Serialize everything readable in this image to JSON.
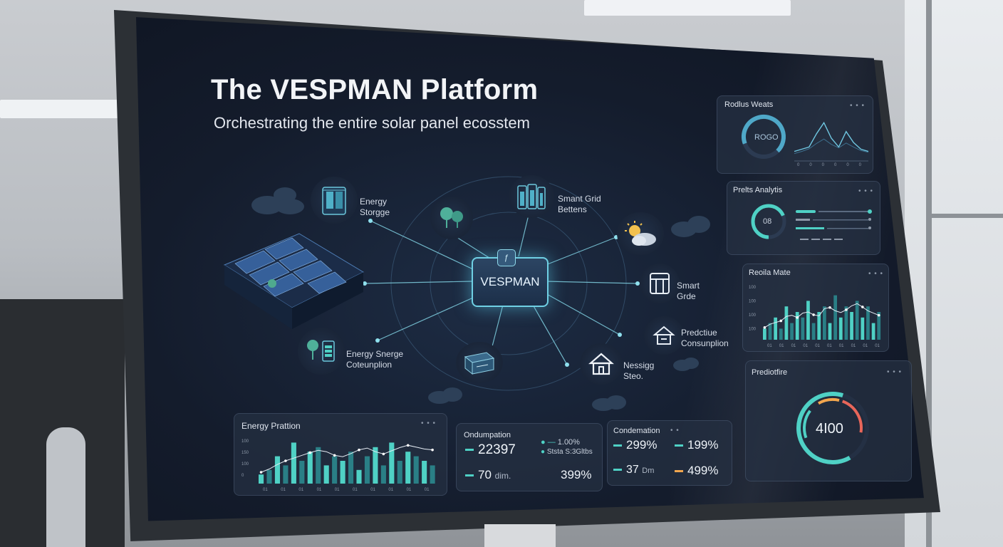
{
  "header": {
    "title": "The VESPMAN Platform",
    "subtitle": "Orchestrating the entire solar panel ecosstem"
  },
  "hub": {
    "label": "VESPMAN",
    "badge": "ƒ"
  },
  "nodes": [
    {
      "id": "energy-storage",
      "label": "Energy\nStorgge",
      "icon": "battery-cabinet-icon"
    },
    {
      "id": "smart-grid-batteries",
      "label": "Smant Grid\nBettens",
      "icon": "battery-bank-icon"
    },
    {
      "id": "smart-grid",
      "label": "Smart\nGrde",
      "icon": "grid-cabinet-icon"
    },
    {
      "id": "predictive-consumption",
      "label": "Predctiue\nConsunplion",
      "icon": "home-icon"
    },
    {
      "id": "nessing-sites",
      "label": "Nessigg\nSteo.",
      "icon": "house-icon"
    },
    {
      "id": "energy-storage-consumption",
      "label": "Energy Snerge\nCoteunplion",
      "icon": "tree-battery-icon"
    }
  ],
  "panels": {
    "realtime_weather": {
      "title": "Rodlus Weats",
      "gauge_label": "ROGO",
      "dots": "• • •"
    },
    "predictive_analytics": {
      "title": "Prelts Analytis",
      "gauge_label": "08",
      "dots": "• • •"
    },
    "realtime_meter": {
      "title": "Reoila Mate",
      "dots": "• • •"
    },
    "predictive_gauge": {
      "title": "Prediotfire",
      "value": "4I00",
      "dots": "• • •"
    },
    "energy_production": {
      "title": "Energy Prattion",
      "dots": "• • •"
    },
    "consumption": {
      "title": "Ondumpation",
      "stats": [
        {
          "value": "22397",
          "side": "1.00%"
        },
        {
          "value": "",
          "side": "Ststa  S:3Gltbs"
        },
        {
          "value": "70",
          "unit": "dim.",
          "side": "399%"
        }
      ],
      "dots": "• •"
    },
    "condensation": {
      "title": "Condemation",
      "stats": [
        {
          "value": "299%",
          "side": "199%"
        },
        {
          "value": "37",
          "unit": "Dm",
          "side": "499%"
        }
      ],
      "dots": "• •"
    }
  },
  "colors": {
    "teal": "#4fd1c5",
    "teal_dark": "#2a7f86",
    "hub_border": "#6fd0e4",
    "screen_bg": "#141c2c"
  },
  "chart_data": [
    {
      "type": "bar",
      "panel": "energy_production",
      "title": "Energy Prattion",
      "categories": [
        "",
        "",
        "",
        "",
        "",
        "",
        "",
        "",
        "",
        "",
        "",
        "",
        "",
        "",
        "",
        "",
        "",
        "",
        "",
        "",
        "",
        ""
      ],
      "values": [
        2,
        3,
        6,
        4,
        9,
        5,
        7,
        8,
        4,
        6,
        5,
        7,
        3,
        6,
        8,
        4,
        9,
        5,
        7,
        6,
        5,
        4
      ],
      "line": [
        2.5,
        3.2,
        4.2,
        5.0,
        5.6,
        6.2,
        6.8,
        7.3,
        7.0,
        6.2,
        5.9,
        6.6,
        7.4,
        7.8,
        7.0,
        6.5,
        7.2,
        7.9,
        8.4,
        8.0,
        7.6,
        7.4
      ],
      "ylim": [
        0,
        10
      ],
      "yticks": [
        "100",
        "150",
        "100",
        "0"
      ],
      "xticks": [
        "01",
        "01",
        "01",
        "01",
        "01",
        "01",
        "01",
        "01",
        "01",
        "01"
      ]
    },
    {
      "type": "bar",
      "panel": "realtime_meter",
      "title": "Reoila Mate",
      "values": [
        2,
        3,
        4,
        2,
        6,
        3,
        5,
        4,
        7,
        3,
        5,
        6,
        3,
        8,
        4,
        6,
        5,
        7,
        4,
        6,
        3,
        5
      ],
      "line": [
        2.2,
        2.8,
        3.1,
        3.4,
        4.2,
        4.4,
        4.0,
        4.8,
        5.0,
        4.5,
        4.3,
        5.6,
        5.8,
        5.2,
        4.9,
        5.4,
        6.1,
        6.5,
        5.9,
        5.2,
        4.8,
        4.4
      ],
      "ylim": [
        0,
        10
      ],
      "yticks": [
        "100",
        "100",
        "100",
        "100"
      ],
      "xticks": [
        "01",
        "01",
        "01",
        "01",
        "01",
        "01",
        "01",
        "01",
        "01",
        "01"
      ]
    },
    {
      "type": "line",
      "panel": "realtime_weather",
      "values": [
        2,
        2.5,
        3,
        6,
        8.5,
        5,
        3,
        6.5,
        4,
        2.5,
        2
      ],
      "series_b": [
        1.5,
        2,
        2.6,
        3.8,
        4.8,
        3.6,
        2.8,
        3.9,
        3,
        2.2,
        1.8
      ],
      "ylim": [
        0,
        10
      ],
      "xticks": [
        "0",
        "0",
        "0",
        "0",
        "0",
        "0"
      ]
    }
  ]
}
